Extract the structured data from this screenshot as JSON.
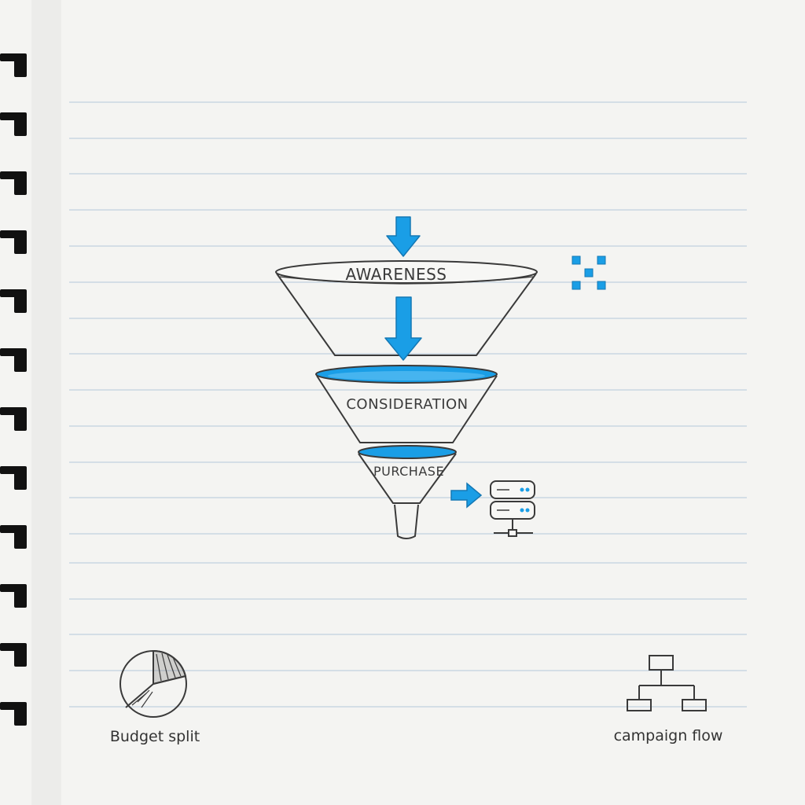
{
  "funnel": {
    "stages": [
      "AWARENESS",
      "CONSIDERATION",
      "PURCHASE"
    ]
  },
  "captions": {
    "budget": "Budget split",
    "campaign": "campaign flow"
  },
  "colors": {
    "accent": "#1a9ee6",
    "ink": "#3a3a3a",
    "rule_line": "#c9d6e2",
    "paper": "#f4f4f2"
  },
  "icons": [
    "pixel-cluster-icon",
    "database-server-icon",
    "pie-chart-icon",
    "org-chart-icon"
  ]
}
